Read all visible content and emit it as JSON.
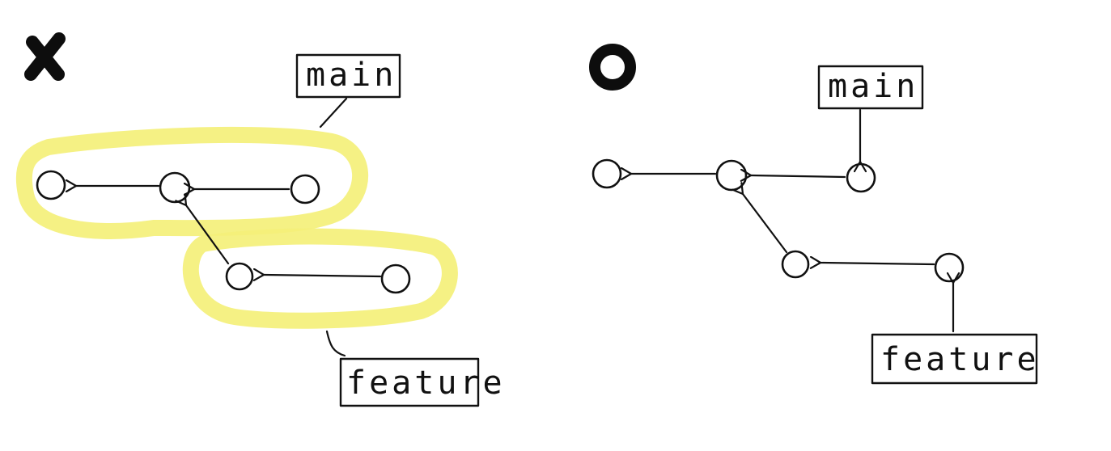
{
  "panels": {
    "incorrect": {
      "marker": "X",
      "labels": {
        "main": "main",
        "feature": "feature"
      }
    },
    "correct": {
      "marker": "O",
      "labels": {
        "main": "main",
        "feature": "feature"
      }
    }
  },
  "colors": {
    "ink": "#111111",
    "highlight": "#f4f07a",
    "background": "#ffffff"
  }
}
